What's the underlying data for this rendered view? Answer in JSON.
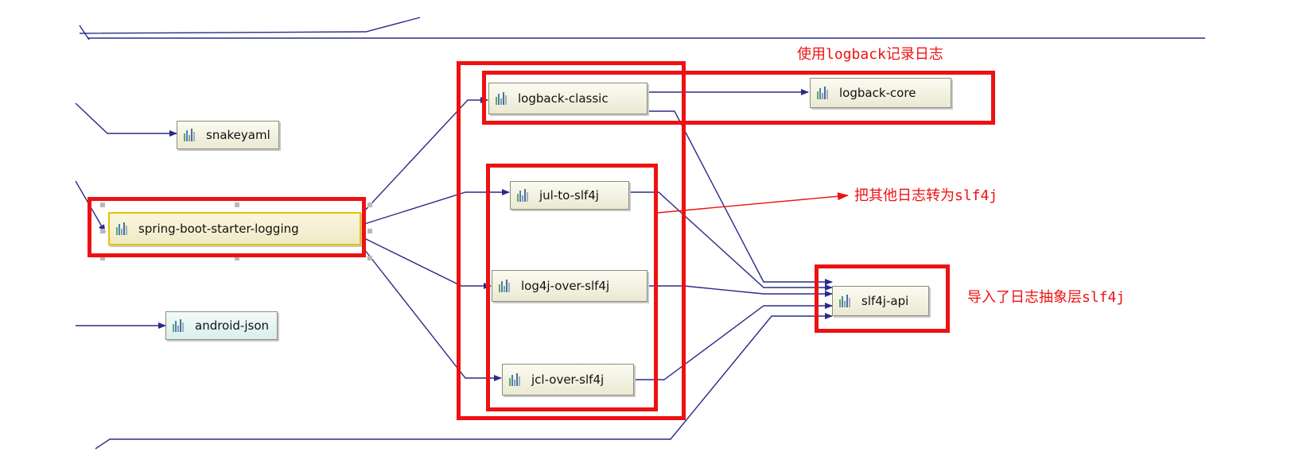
{
  "colors": {
    "edge": "#2a2a8a",
    "highlight": "#ee1111",
    "node_text": "#111111"
  },
  "nodes": {
    "snakeyaml": "snakeyaml",
    "spring_boot_starter_logging": "spring-boot-starter-logging",
    "android_json": "android-json",
    "logback_classic": "logback-classic",
    "logback_core": "logback-core",
    "jul_to_slf4j": "jul-to-slf4j",
    "log4j_over_slf4j": "log4j-over-slf4j",
    "jcl_over_slf4j": "jcl-over-slf4j",
    "slf4j_api": "slf4j-api"
  },
  "annotations": {
    "logback": "使用logback记录日志",
    "bridges": "把其他日志转为slf4j",
    "slf4j": "导入了日志抽象层slf4j"
  },
  "icon": "library-jar-icon"
}
